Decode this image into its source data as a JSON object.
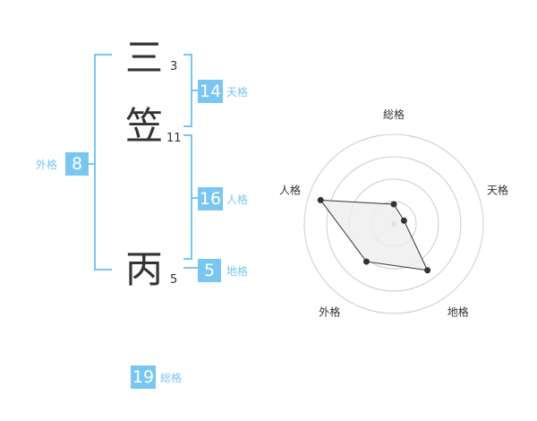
{
  "name": {
    "chars": [
      {
        "char": "三",
        "strokes": "3"
      },
      {
        "char": "笠",
        "strokes": "11"
      },
      {
        "char": "丙",
        "strokes": "5"
      }
    ]
  },
  "fortunes": {
    "tenkaku": {
      "value": "14",
      "label": "天格"
    },
    "jinkaku": {
      "value": "16",
      "label": "人格"
    },
    "chikaku": {
      "value": "5",
      "label": "地格"
    },
    "gaikaku": {
      "value": "8",
      "label": "外格"
    },
    "soukaku": {
      "value": "19",
      "label": "総格"
    }
  },
  "chart_data": {
    "type": "radar",
    "axes": [
      "総格",
      "天格",
      "地格",
      "外格",
      "人格"
    ],
    "levels": 4,
    "values": [
      1.1,
      0.6,
      3.2,
      2.6,
      4.3
    ],
    "max": 5,
    "colors": {
      "fill": "#eeeeee",
      "stroke": "#333333",
      "grid": "#cccccc",
      "point": "#333333"
    }
  }
}
